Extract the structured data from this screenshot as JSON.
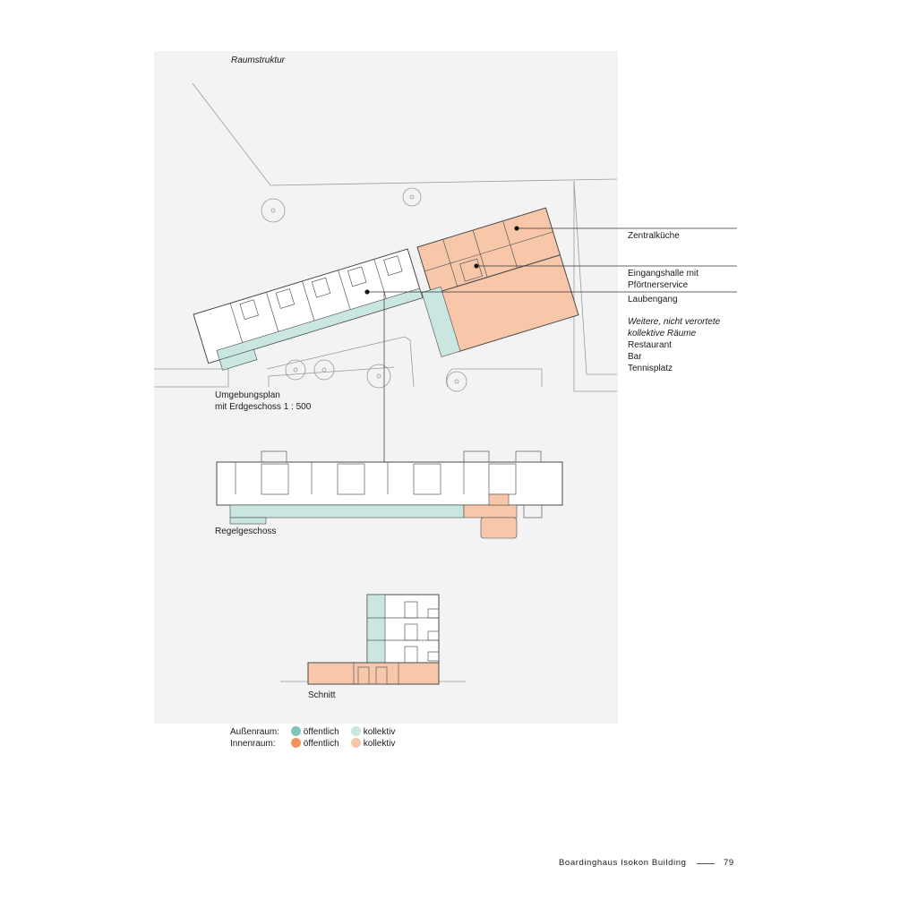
{
  "section_title": "Raumstruktur",
  "site_plan": {
    "caption_line1": "Umgebungsplan",
    "caption_line2": "mit Erdgeschoss 1 : 500"
  },
  "typical_floor": {
    "caption": "Regelgeschoss"
  },
  "section_view": {
    "caption": "Schnitt"
  },
  "annotations": {
    "kitchen": "Zentralküche",
    "hall_line1": "Eingangshalle mit",
    "hall_line2": "Pförtnerservice",
    "gallery": "Laubengang",
    "further_line1": "Weitere, nicht verortete",
    "further_line2": "kollektive Räume",
    "rooms": [
      "Restaurant",
      "Bar",
      "Tennisplatz"
    ]
  },
  "legend": {
    "outdoor_label": "Außenraum:",
    "indoor_label": "Innenraum:",
    "public_label": "öffentlich",
    "collective_label": "kollektiv",
    "colors": {
      "outdoor_public": "#7ec5bb",
      "outdoor_collective": "#c9e6e1",
      "indoor_public": "#f0925f",
      "indoor_collective": "#f8c7aa"
    }
  },
  "footer": {
    "title": "Boardinghaus Isokon Building",
    "page": "79"
  }
}
